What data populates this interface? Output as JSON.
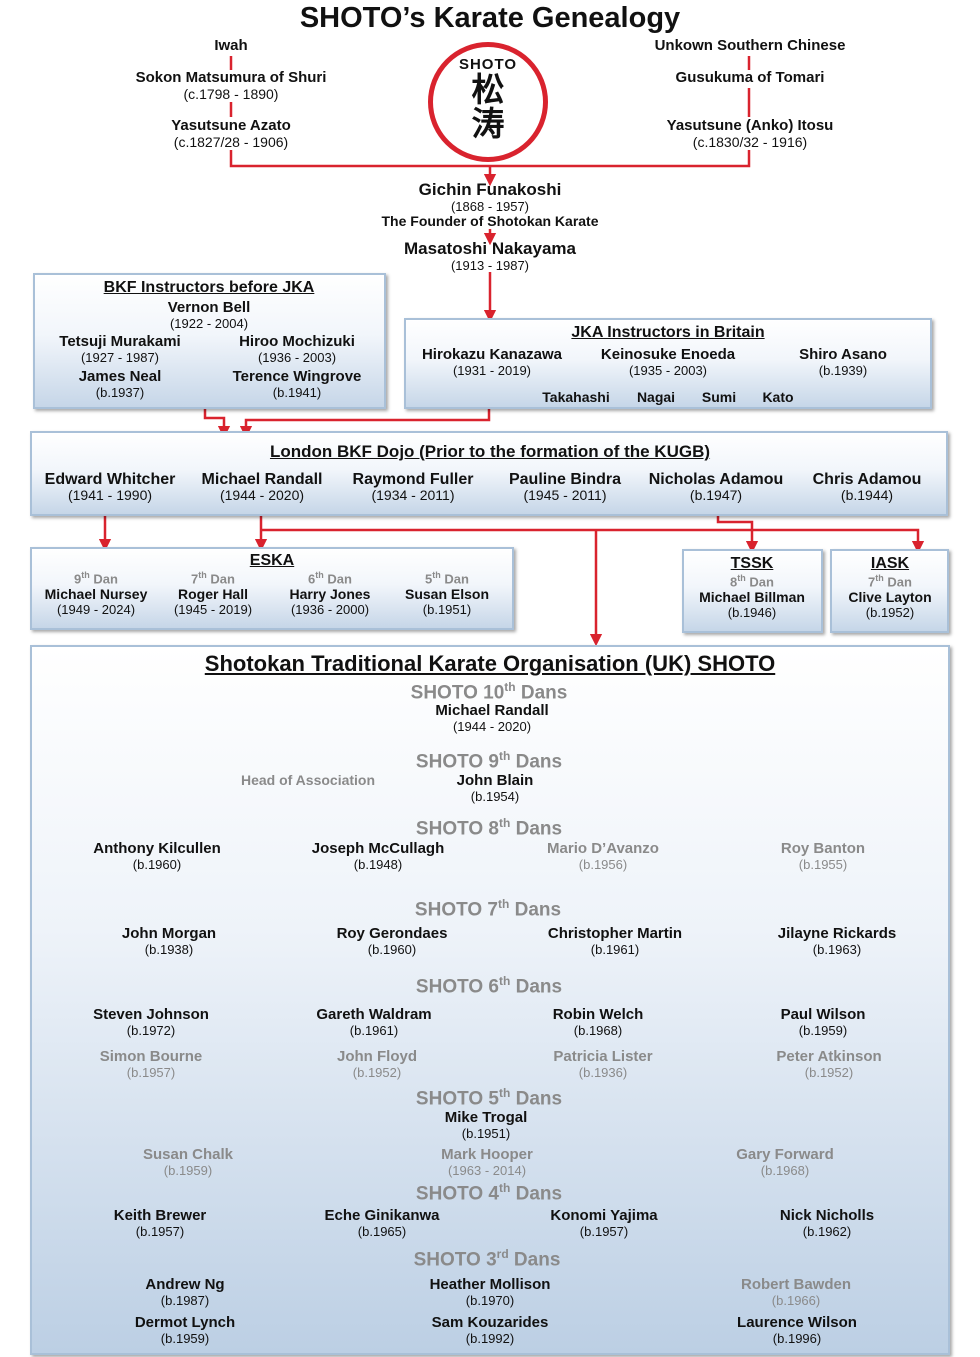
{
  "title": "SHOTO’s Karate Genealogy",
  "logo": {
    "text": "SHOTO",
    "kanji1": "松",
    "kanji2": "涛"
  },
  "left_lineage": [
    {
      "name": "Iwah",
      "dates": ""
    },
    {
      "name": "Sokon Matsumura of Shuri",
      "dates": "(c.1798 - 1890)"
    },
    {
      "name": "Yasutsune Azato",
      "dates": "(c.1827/28 - 1906)"
    }
  ],
  "right_lineage": [
    {
      "name": "Unkown Southern Chinese",
      "dates": ""
    },
    {
      "name": "Gusukuma of Tomari",
      "dates": ""
    },
    {
      "name": "Yasutsune (Anko) Itosu",
      "dates": "(c.1830/32 - 1916)"
    }
  ],
  "funakoshi": {
    "name": "Gichin Funakoshi",
    "dates": "(1868 - 1957)",
    "note": "The Founder of Shotokan Karate"
  },
  "nakayama": {
    "name": "Masatoshi Nakayama",
    "dates": "(1913 - 1987)"
  },
  "bkf": {
    "title": "BKF Instructors before JKA",
    "people": [
      {
        "name": "Vernon Bell",
        "dates": "(1922 - 2004)"
      },
      {
        "name": "Tetsuji Murakami",
        "dates": "(1927 - 1987)"
      },
      {
        "name": "Hiroo Mochizuki",
        "dates": "(1936 - 2003)"
      },
      {
        "name": "James Neal",
        "dates": "(b.1937)"
      },
      {
        "name": "Terence Wingrove",
        "dates": "(b.1941)"
      }
    ]
  },
  "jka": {
    "title": "JKA Instructors in Britain",
    "people": [
      {
        "name": "Hirokazu Kanazawa",
        "dates": "(1931 - 2019)"
      },
      {
        "name": "Keinosuke Enoeda",
        "dates": "(1935 - 2003)"
      },
      {
        "name": "Shiro Asano",
        "dates": "(b.1939)"
      }
    ],
    "others": [
      "Takahashi",
      "Nagai",
      "Sumi",
      "Kato"
    ]
  },
  "london": {
    "title": "London BKF Dojo (Prior to the formation of the KUGB)",
    "people": [
      {
        "name": "Edward Whitcher",
        "dates": "(1941 - 1990)"
      },
      {
        "name": "Michael Randall",
        "dates": "(1944 - 2020)"
      },
      {
        "name": "Raymond Fuller",
        "dates": "(1934 - 2011)"
      },
      {
        "name": "Pauline Bindra",
        "dates": "(1945 - 2011)"
      },
      {
        "name": "Nicholas Adamou",
        "dates": "(b.1947)"
      },
      {
        "name": "Chris Adamou",
        "dates": "(b.1944)"
      }
    ]
  },
  "eska": {
    "title": "ESKA",
    "people": [
      {
        "dan_num": "9",
        "dan_sup": "th",
        "dan_word": "Dan",
        "name": "Michael Nursey",
        "dates": "(1949 - 2024)"
      },
      {
        "dan_num": "7",
        "dan_sup": "th",
        "dan_word": "Dan",
        "name": "Roger Hall",
        "dates": "(1945 - 2019)"
      },
      {
        "dan_num": "6",
        "dan_sup": "th",
        "dan_word": "Dan",
        "name": "Harry Jones",
        "dates": "(1936 - 2000)"
      },
      {
        "dan_num": "5",
        "dan_sup": "th",
        "dan_word": "Dan",
        "name": "Susan Elson",
        "dates": "(b.1951)"
      }
    ]
  },
  "tssk": {
    "title": "TSSK",
    "dan_num": "8",
    "dan_sup": "th",
    "dan_word": "Dan",
    "name": "Michael Billman",
    "dates": "(b.1946)"
  },
  "iask": {
    "title": "IASK",
    "dan_num": "7",
    "dan_sup": "th",
    "dan_word": "Dan",
    "name": "Clive Layton",
    "dates": "(b.1952)"
  },
  "shoto": {
    "title": "Shotokan Traditional Karate Organisation (UK) SHOTO",
    "ranks": [
      {
        "pre": "SHOTO 10",
        "sup": "th",
        "post": " Dans"
      },
      {
        "pre": "SHOTO 9",
        "sup": "th",
        "post": " Dans"
      },
      {
        "pre": "SHOTO 8",
        "sup": "th",
        "post": " Dans"
      },
      {
        "pre": "SHOTO 7",
        "sup": "th",
        "post": " Dans"
      },
      {
        "pre": "SHOTO 6",
        "sup": "th",
        "post": " Dans"
      },
      {
        "pre": "SHOTO 5",
        "sup": "th",
        "post": " Dans"
      },
      {
        "pre": "SHOTO 4",
        "sup": "th",
        "post": " Dans"
      },
      {
        "pre": "SHOTO 3",
        "sup": "rd",
        "post": " Dans"
      }
    ],
    "head_label": "Head of Association",
    "dan10": [
      {
        "name": "Michael Randall",
        "dates": "(1944 - 2020)"
      }
    ],
    "dan9": [
      {
        "name": "John Blain",
        "dates": "(b.1954)"
      }
    ],
    "dan8": [
      {
        "name": "Anthony Kilcullen",
        "dates": "(b.1960)",
        "deceased": false
      },
      {
        "name": "Joseph McCullagh",
        "dates": "(b.1948)",
        "deceased": false
      },
      {
        "name": "Mario D’Avanzo",
        "dates": "(b.1956)",
        "deceased": true
      },
      {
        "name": "Roy Banton",
        "dates": "(b.1955)",
        "deceased": true
      }
    ],
    "dan7": [
      {
        "name": "John Morgan",
        "dates": "(b.1938)"
      },
      {
        "name": "Roy Gerondaes",
        "dates": "(b.1960)"
      },
      {
        "name": "Christopher Martin",
        "dates": "(b.1961)"
      },
      {
        "name": "Jilayne Rickards",
        "dates": "(b.1963)"
      }
    ],
    "dan6a": [
      {
        "name": "Steven Johnson",
        "dates": "(b.1972)"
      },
      {
        "name": "Gareth Waldram",
        "dates": "(b.1961)"
      },
      {
        "name": "Robin Welch",
        "dates": "(b.1968)"
      },
      {
        "name": "Paul Wilson",
        "dates": "(b.1959)"
      }
    ],
    "dan6b": [
      {
        "name": "Simon Bourne",
        "dates": "(b.1957)"
      },
      {
        "name": "John Floyd",
        "dates": "(b.1952)"
      },
      {
        "name": "Patricia Lister",
        "dates": "(b.1936)"
      },
      {
        "name": "Peter Atkinson",
        "dates": "(b.1952)"
      }
    ],
    "dan5a": [
      {
        "name": "Mike Trogal",
        "dates": "(b.1951)"
      }
    ],
    "dan5b": [
      {
        "name": "Susan Chalk",
        "dates": "(b.1959)"
      },
      {
        "name": "Mark Hooper",
        "dates": "(1963 - 2014)"
      },
      {
        "name": "Gary Forward",
        "dates": "(b.1968)"
      }
    ],
    "dan4": [
      {
        "name": "Keith Brewer",
        "dates": "(b.1957)"
      },
      {
        "name": "Eche Ginikanwa",
        "dates": "(b.1965)"
      },
      {
        "name": "Konomi Yajima",
        "dates": "(b.1957)"
      },
      {
        "name": "Nick Nicholls",
        "dates": "(b.1962)"
      }
    ],
    "dan3a": [
      {
        "name": "Andrew Ng",
        "dates": "(b.1987)",
        "deceased": false
      },
      {
        "name": "Heather Mollison",
        "dates": "(b.1970)",
        "deceased": false
      },
      {
        "name": "Robert Bawden",
        "dates": "(b.1966)",
        "deceased": true
      }
    ],
    "dan3b": [
      {
        "name": "Dermot Lynch",
        "dates": "(b.1959)"
      },
      {
        "name": "Sam Kouzarides",
        "dates": "(b.1992)"
      },
      {
        "name": "Laurence Wilson",
        "dates": "(b.1996)"
      }
    ]
  },
  "colors": {
    "connector": "#d9232e",
    "box_border": "#a9c0d8",
    "box_fill_bottom": "#c6d6e8",
    "grey_text": "#8a8a8a"
  }
}
